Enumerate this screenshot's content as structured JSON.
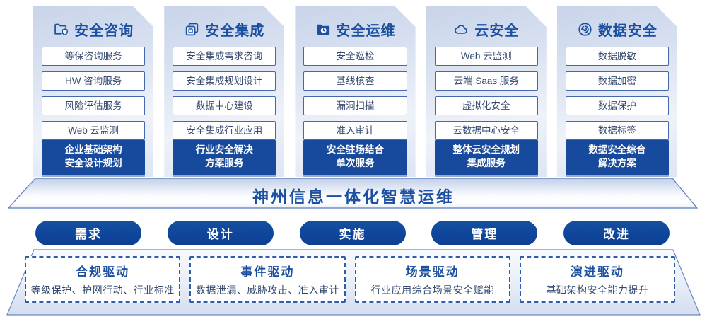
{
  "theme": {
    "primary_blue": "#17499c",
    "title_blue": "#1b4fa0",
    "item_text": "#35496f",
    "item_border": "#4567ae",
    "dashed_border": "#2f5cab"
  },
  "columns": [
    {
      "icon": "folder-shield-icon",
      "title": "安全咨询",
      "items": [
        "等保咨询服务",
        "HW 咨询服务",
        "风险评估服务",
        "Web 云监测"
      ],
      "footer_lines": [
        "企业基础架构",
        "安全设计规划"
      ]
    },
    {
      "icon": "documents-icon",
      "title": "安全集成",
      "items": [
        "安全集成需求咨询",
        "安全集成规划设计",
        "数据中心建设",
        "安全集成行业应用"
      ],
      "footer_lines": [
        "行业安全解决",
        "方案服务"
      ]
    },
    {
      "icon": "folder-clock-icon",
      "title": "安全运维",
      "items": [
        "安全巡检",
        "基线核查",
        "漏洞扫描",
        "准入审计"
      ],
      "footer_lines": [
        "安全驻场结合",
        "单次服务"
      ]
    },
    {
      "icon": "cloud-icon",
      "title": "云安全",
      "items": [
        "Web 云监测",
        "云端 Saas 服务",
        "虚拟化安全",
        "云数据中心安全"
      ],
      "footer_lines": [
        "整体云安全规划",
        "集成服务"
      ]
    },
    {
      "icon": "fingerprint-icon",
      "title": "数据安全",
      "items": [
        "数据脱敏",
        "数据加密",
        "数据保护",
        "数据标签"
      ],
      "footer_lines": [
        "数据安全综合",
        "解决方案"
      ]
    }
  ],
  "banner": {
    "title": "神州信息一体化智慧运维"
  },
  "process_steps": [
    "需求",
    "设计",
    "实施",
    "管理",
    "改进"
  ],
  "drivers": [
    {
      "title": "合规驱动",
      "desc": "等级保护、护网行动、行业标准"
    },
    {
      "title": "事件驱动",
      "desc": "数据泄漏、威胁攻击、准入审计"
    },
    {
      "title": "场景驱动",
      "desc": "行业应用综合场景安全赋能"
    },
    {
      "title": "演进驱动",
      "desc": "基础架构安全能力提升"
    }
  ]
}
